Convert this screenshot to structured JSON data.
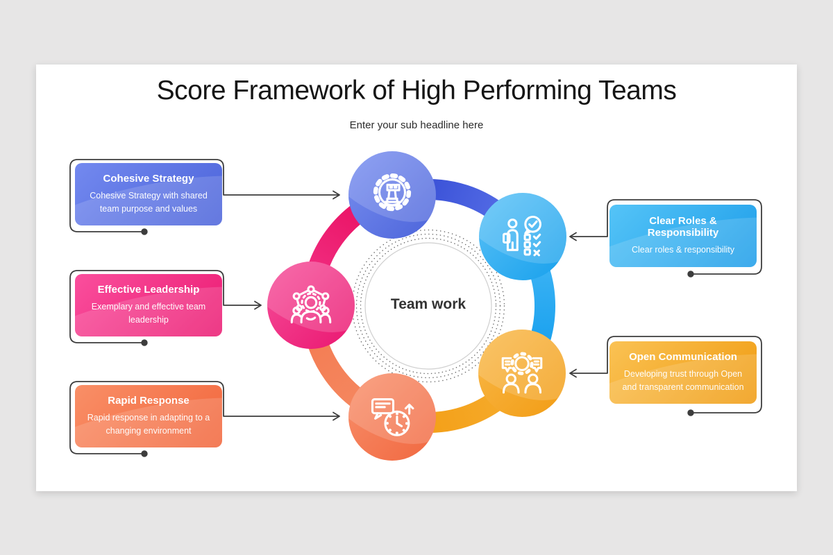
{
  "slide": {
    "title": "Score Framework of High Performing Teams",
    "subtitle": "Enter your sub headline here",
    "center": {
      "label": "Team work"
    }
  },
  "cards": {
    "left": [
      {
        "title": "Cohesive Strategy",
        "description": "Cohesive Strategy with shared team purpose and values",
        "accent": "#5b74e4"
      },
      {
        "title": "Effective Leadership",
        "description": "Exemplary and effective team leadership",
        "accent": "#f0308a"
      },
      {
        "title": "Rapid Response",
        "description": "Rapid response in adapting to a changing environment",
        "accent": "#f57b4f"
      }
    ],
    "right": [
      {
        "title": "Clear Roles & Responsibility",
        "description": "Clear roles & responsibility",
        "accent": "#35b1f0"
      },
      {
        "title": "Open Communication",
        "description": "Developing trust through Open and transparent communication",
        "accent": "#f5a921"
      }
    ]
  },
  "nodes": [
    {
      "name": "strategy",
      "icon": "gear-chess-rook-icon",
      "color": "#5d78e8"
    },
    {
      "name": "clear-roles",
      "icon": "person-checklist-icon",
      "color": "#2fa9f0"
    },
    {
      "name": "leadership",
      "icon": "leader-network-icon",
      "color": "#f12880"
    },
    {
      "name": "rapid-response",
      "icon": "clock-message-icon",
      "color": "#f5794f"
    },
    {
      "name": "communication",
      "icon": "people-gear-chat-icon",
      "color": "#f6a72e"
    }
  ],
  "ring": {
    "segments": [
      {
        "from": "strategy",
        "to": "clear-roles",
        "color": "#4157d6"
      },
      {
        "from": "clear-roles",
        "to": "communication",
        "color": "#1ea4f0"
      },
      {
        "from": "communication",
        "to": "rapid-response",
        "color": "#f4a41f"
      },
      {
        "from": "rapid-response",
        "to": "leadership",
        "color": "#f58157"
      },
      {
        "from": "leadership",
        "to": "strategy",
        "color": "#ee1166"
      }
    ]
  }
}
